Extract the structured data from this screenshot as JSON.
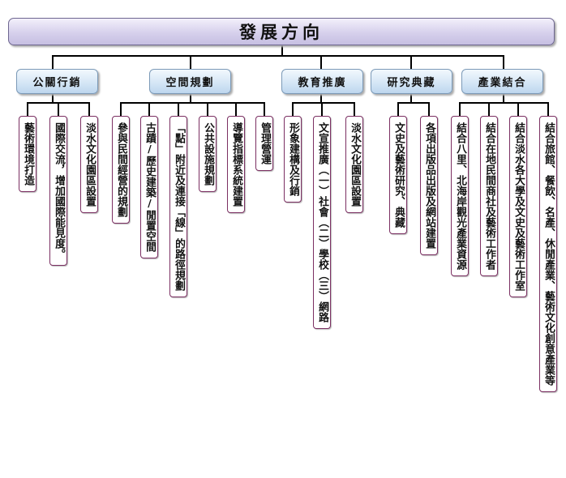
{
  "root": {
    "label": "發展方向"
  },
  "categories": [
    {
      "label": "公關行銷",
      "items": [
        "藝術環境打造",
        "國際交流，增加國際能見度。",
        "淡水文化園區設置"
      ]
    },
    {
      "label": "空間規劃",
      "items": [
        "參與民間經營的規劃",
        "古蹟/歷史建築/閒置空間",
        "「點」附近及連接「線」的路徑規劃",
        "公共設施規劃",
        "導覽指標系統建置",
        "管理營運"
      ]
    },
    {
      "label": "教育推廣",
      "items": [
        "形象建構及行銷",
        "文宣推廣（一）社會（二）學校（三）網路",
        "淡水文化園區設置"
      ]
    },
    {
      "label": "研究典藏",
      "items": [
        "文史及藝術研究、典藏",
        "各項出版品出版及網站建置"
      ]
    },
    {
      "label": "產業結合",
      "items": [
        "結合八里、北海岸觀光產業資源",
        "結合在地民間商社及藝術工作者",
        "結合淡水各大學及文史及藝術工作室",
        "結合旅館、餐飲、名產、休閒產業、藝術文化創意產業等"
      ]
    }
  ]
}
